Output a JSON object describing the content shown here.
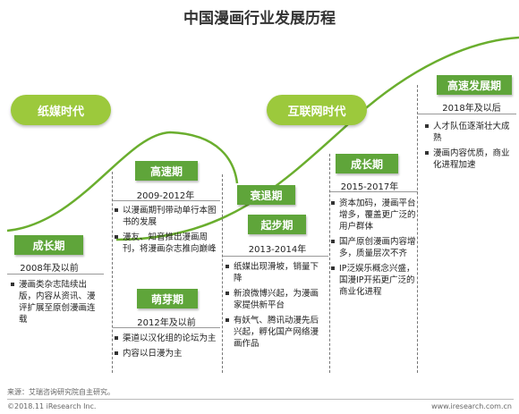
{
  "title": "中国漫画行业发展历程",
  "eras": {
    "paper": "纸媒时代",
    "internet": "互联网时代"
  },
  "stages": {
    "growth": {
      "label": "成长期",
      "date": "2008年及以前",
      "items": [
        "漫画类杂志陆续出版，内容从资讯、漫评扩展至原创漫画连载"
      ]
    },
    "rapid": {
      "label": "高速期",
      "date": "2009-2012年",
      "items": [
        "以漫画期刊带动单行本图书的发展",
        "漫友、知音推出漫画周刊，将漫画杂志推向巅峰"
      ]
    },
    "sprout": {
      "label": "萌芽期",
      "date": "2012年及以前",
      "items": [
        "渠道以汉化组的论坛为主",
        "内容以日漫为主"
      ]
    },
    "decline": {
      "label": "衰退期"
    },
    "start": {
      "label": "起步期",
      "date": "2013-2014年",
      "items": [
        "纸媒出现滑坡，销量下降",
        "新浪微博兴起，为漫画家提供新平台",
        "有妖气、腾讯动漫先后兴起，孵化国产网络漫画作品"
      ]
    },
    "growth2": {
      "label": "成长期",
      "date": "2015-2017年",
      "items": [
        "资本加码，漫画平台增多，覆盖更广泛的用户群体",
        "国产原创漫画内容增多，质量层次不齐",
        "IP泛娱乐概念兴盛，国漫IP开拓更广泛的商业化进程"
      ]
    },
    "fast": {
      "label": "高速发展期",
      "date": "2018年及以后",
      "items": [
        "人才队伍逐渐壮大成熟",
        "漫画内容优质，商业化进程加速"
      ]
    }
  },
  "footer": {
    "source": "来源：艾瑞咨询研究院自主研究。",
    "copyright": "©2018.11 iResearch Inc.",
    "website": "www.iresearch.com.cn"
  },
  "colors": {
    "curve": "#6aae2e",
    "stage": "#5fa53a",
    "era": "#9cc93c"
  }
}
